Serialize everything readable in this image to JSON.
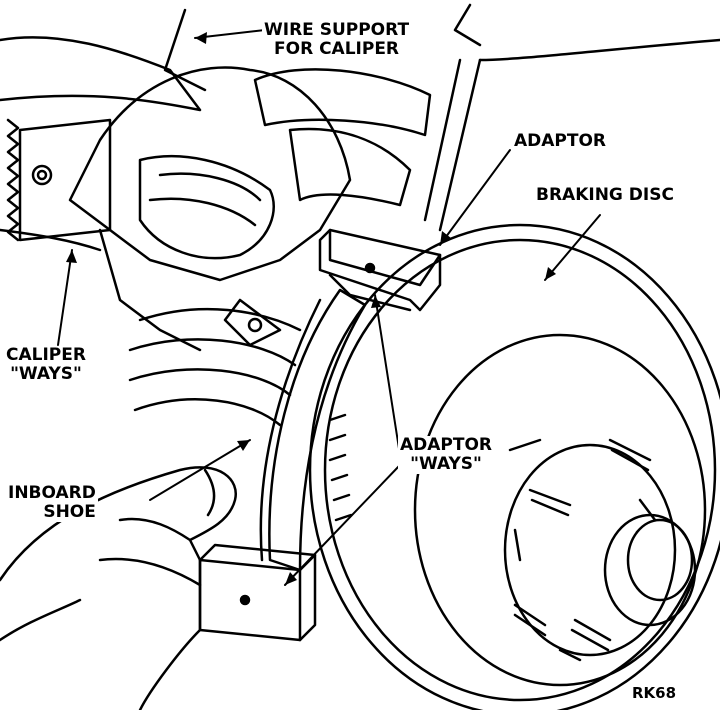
{
  "labels": {
    "wire_support_line1": "WIRE SUPPORT",
    "wire_support_line2": "FOR CALIPER",
    "adaptor": "ADAPTOR",
    "braking_disc": "BRAKING DISC",
    "caliper_ways_line1": "CALIPER",
    "caliper_ways_line2": "\"WAYS\"",
    "adaptor_ways_line1": "ADAPTOR",
    "adaptor_ways_line2": "\"WAYS\"",
    "inboard_shoe_line1": "INBOARD",
    "inboard_shoe_line2": "SHOE",
    "figure_code": "RK68"
  },
  "colors": {
    "ink": "#000000",
    "paper": "#ffffff"
  }
}
